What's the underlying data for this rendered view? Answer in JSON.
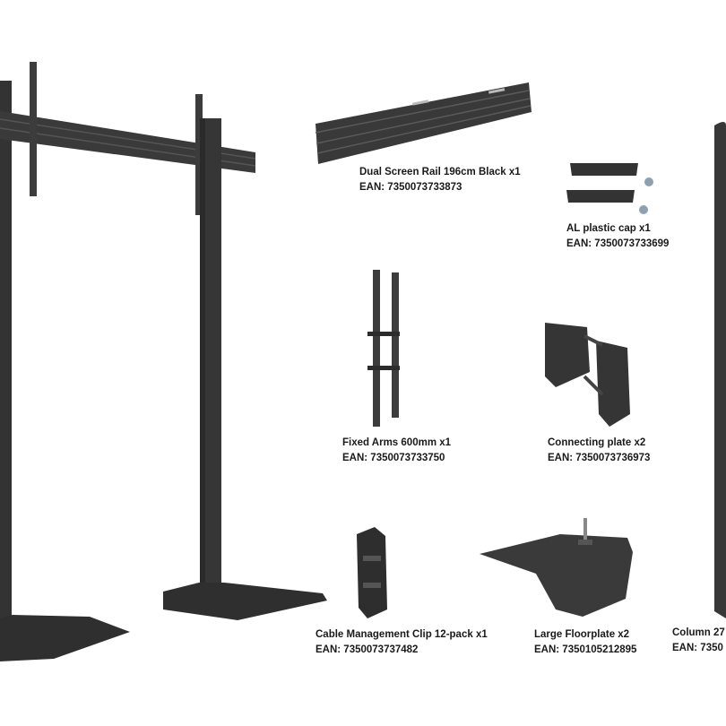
{
  "colors": {
    "metal": "#3a3a3a",
    "metal_dark": "#2a2a2a",
    "metal_light": "#555555",
    "background": "#ffffff"
  },
  "parts": [
    {
      "name": "Dual Screen Rail 196cm Black x1",
      "ean": "EAN: 7350073733873"
    },
    {
      "name": "AL plastic cap x1",
      "ean": "EAN: 7350073733699"
    },
    {
      "name": "Fixed Arms 600mm x1",
      "ean": "EAN: 7350073733750"
    },
    {
      "name": "Connecting plate x2",
      "ean": "EAN: 7350073736973"
    },
    {
      "name": "Cable Management Clip 12-pack x1",
      "ean": "EAN: 7350073737482"
    },
    {
      "name": "Large Floorplate x2",
      "ean": "EAN: 7350105212895"
    },
    {
      "name": "Column 27",
      "ean": "EAN: 7350"
    }
  ]
}
